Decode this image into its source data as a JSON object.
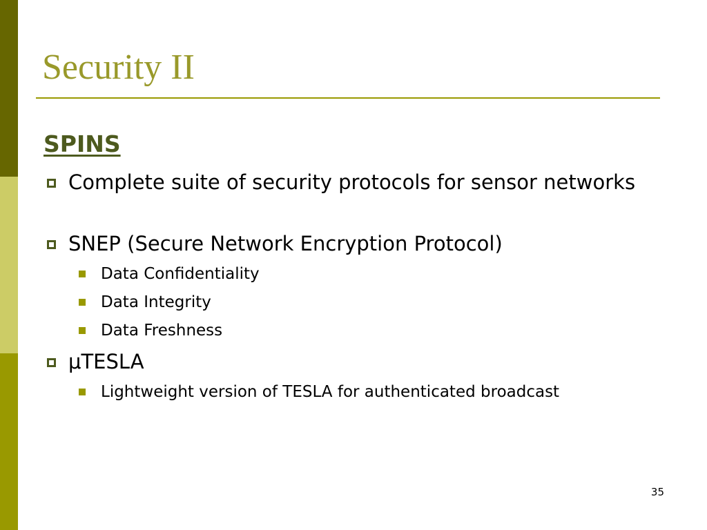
{
  "colors": {
    "bar_top": "#666600",
    "bar_middle": "#cccc66",
    "bar_bottom": "#999900",
    "title": "#99992a",
    "rule": "#999900",
    "heading": "#4d5a1e",
    "level1_marker": "#4d5a1e",
    "level2_marker": "#999900"
  },
  "slide": {
    "title": "Security II",
    "heading": "SPINS",
    "bullets": [
      {
        "text": "Complete suite of security protocols for sensor networks"
      },
      {
        "text": "SNEP (Secure Network Encryption Protocol)",
        "subitems": [
          "Data Confidentiality",
          "Data Integrity",
          "Data Freshness"
        ]
      },
      {
        "text": "μTESLA",
        "subitems": [
          "Lightweight version of TESLA for authenticated broadcast"
        ]
      }
    ],
    "page_number": "35"
  }
}
